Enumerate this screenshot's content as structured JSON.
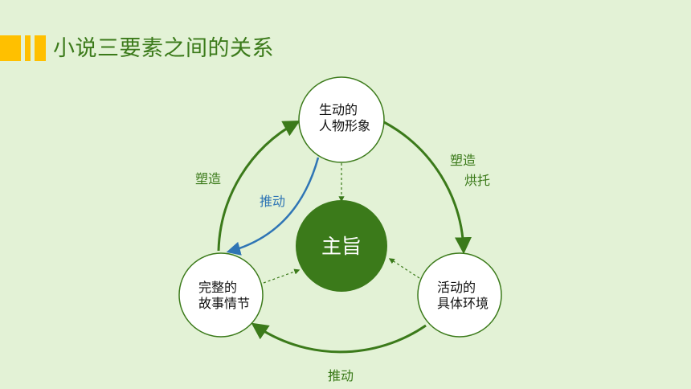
{
  "page": {
    "title": "小说三要素之间的关系"
  },
  "diagram": {
    "center": {
      "label": "主旨"
    },
    "nodes": {
      "characters": {
        "line1": "生动的",
        "line2": "人物形象"
      },
      "environment": {
        "line1": "活动的",
        "line2": "具体环境"
      },
      "plot": {
        "line1": "完整的",
        "line2": "故事情节"
      }
    },
    "edge_labels": {
      "characters_to_environment_1": "塑造",
      "characters_to_environment_2": "烘托",
      "environment_to_plot": "推动",
      "plot_to_characters": "塑造",
      "characters_to_plot": "推动"
    }
  },
  "colors": {
    "background": "#e3f2d6",
    "accent": "#ffc000",
    "title": "#3b7a1a",
    "arrow_green": "#3b7a1a",
    "arrow_blue": "#2f75b5",
    "center_fill": "#3b7a1a",
    "node_fill": "#ffffff"
  }
}
